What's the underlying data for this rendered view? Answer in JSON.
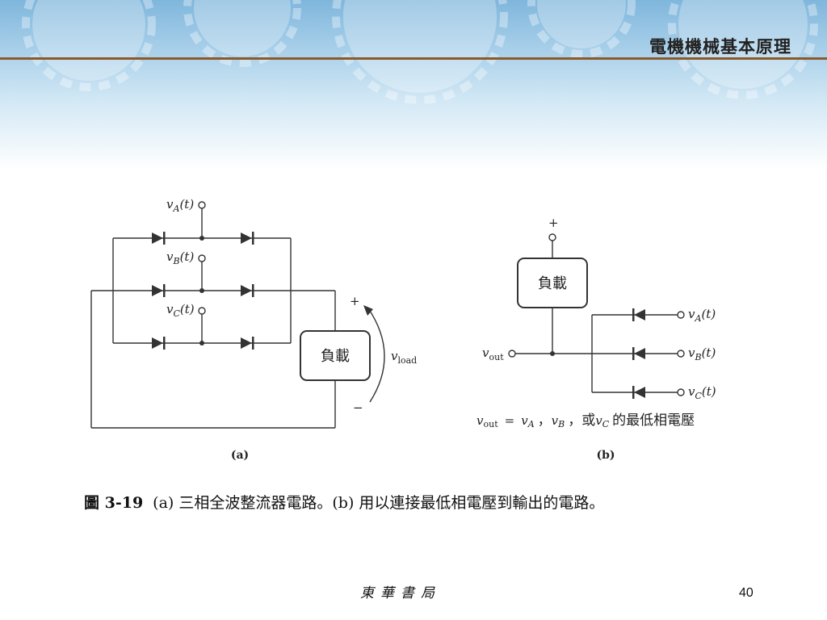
{
  "header": {
    "book_title": "電機機械基本原理"
  },
  "diagram_a": {
    "sources": [
      {
        "v": "v",
        "sub": "A",
        "arg": "(t)"
      },
      {
        "v": "v",
        "sub": "B",
        "arg": "(t)"
      },
      {
        "v": "v",
        "sub": "C",
        "arg": "(t)"
      }
    ],
    "load_label": "負載",
    "plus": "+",
    "minus": "−",
    "vload": {
      "v": "v",
      "sub": "load"
    },
    "label": "(a)"
  },
  "diagram_b": {
    "plus": "+",
    "load_label": "負載",
    "vout": {
      "v": "v",
      "sub": "out"
    },
    "sources": [
      {
        "v": "v",
        "sub": "A",
        "arg": "(t)"
      },
      {
        "v": "v",
        "sub": "B",
        "arg": "(t)"
      },
      {
        "v": "v",
        "sub": "C",
        "arg": "(t)"
      }
    ],
    "equation": {
      "lhs_v": "v",
      "lhs_sub": "out",
      "eq": "=",
      "a_v": "v",
      "a_sub": "A",
      "comma1": "，",
      "b_v": "v",
      "b_sub": "B",
      "comma2": "，或",
      "c_v": "v",
      "c_sub": "C",
      "tail": "的最低相電壓"
    },
    "label": "(b)"
  },
  "caption": {
    "figure_number": "圖 3-19",
    "text": "(a) 三相全波整流器電路。(b) 用以連接最低相電壓到輸出的電路。"
  },
  "footer": {
    "publisher": "東華書局",
    "page_number": "40"
  }
}
